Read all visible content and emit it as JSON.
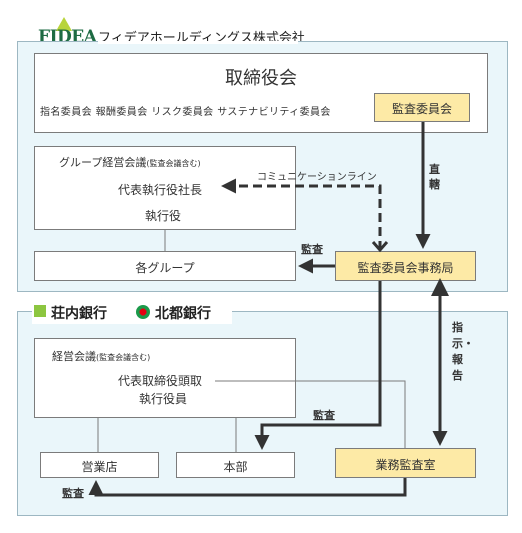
{
  "fidea": {
    "logo_text": "FIDEA",
    "company_name": "フィデアホールディングス株式会社"
  },
  "board": {
    "title": "取締役会",
    "committees": [
      "指名委員会",
      "報酬委員会",
      "リスク委員会",
      "サステナビリティ委員会"
    ],
    "audit_committee": "監査委員会"
  },
  "group_meeting": {
    "title": "グループ経営会議",
    "note": "(監査会議含む)",
    "president": "代表執行役社長",
    "officers": "執行役"
  },
  "groups": "各グループ",
  "audit_office": "監査委員会事務局",
  "labels": {
    "communication_line": "コミュニケーションライン",
    "direct": "直轄",
    "audit_groups": "監査",
    "instruction_report": "指示・報告",
    "audit_honbu": "監査",
    "audit_branch": "監査"
  },
  "banks": {
    "shonai": "荘内銀行",
    "hokuto": "北都銀行"
  },
  "bank_meeting": {
    "title": "経営会議",
    "note": "(監査会議含む)",
    "president": "代表取締役頭取",
    "officers": "執行役員"
  },
  "branch": "営業店",
  "honbu": "本部",
  "internal_audit": "業務監査室",
  "colors": {
    "panel": "#eaf6fa",
    "highlight": "#fdeaa6",
    "logo_green": "#1e6b43"
  }
}
